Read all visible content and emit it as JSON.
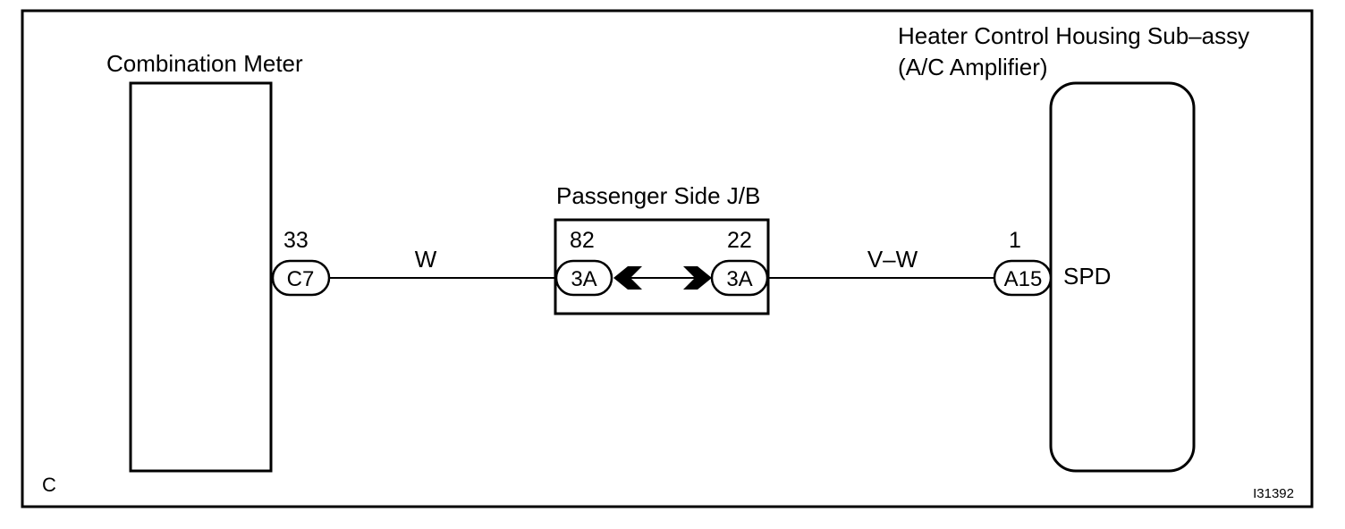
{
  "diagram": {
    "corner_letter": "C",
    "figure_code": "I31392",
    "combination_meter": {
      "title": "Combination Meter",
      "pin": "33",
      "connector": "C7"
    },
    "wire_left": {
      "color_code": "W"
    },
    "junction_block": {
      "title": "Passenger Side J/B",
      "left_pin": "82",
      "left_connector": "3A",
      "right_pin": "22",
      "right_connector": "3A"
    },
    "wire_right": {
      "color_code": "V–W"
    },
    "amplifier": {
      "title_line1": "Heater Control Housing  Sub–assy",
      "title_line2": "(A/C Amplifier)",
      "pin": "1",
      "connector": "A15",
      "terminal": "SPD"
    }
  }
}
